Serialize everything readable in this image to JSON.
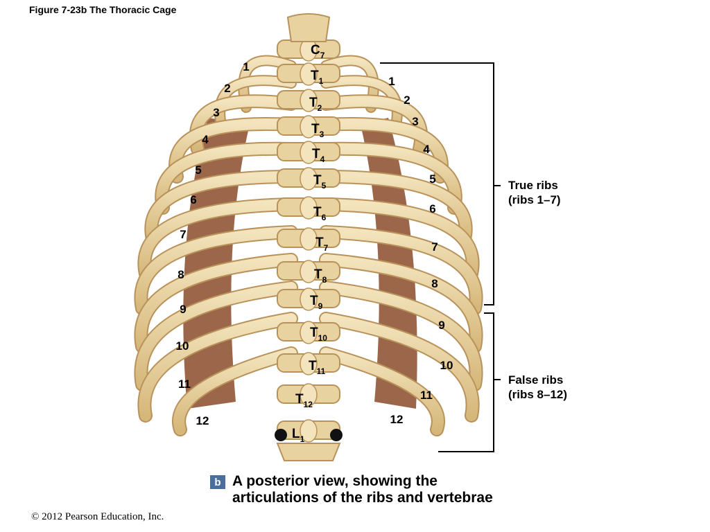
{
  "figure_title": "Figure 7-23b  The Thoracic Cage",
  "vertebrae": [
    {
      "letter": "C",
      "sub": "7"
    },
    {
      "letter": "T",
      "sub": "1"
    },
    {
      "letter": "T",
      "sub": "2"
    },
    {
      "letter": "T",
      "sub": "3"
    },
    {
      "letter": "T",
      "sub": "4"
    },
    {
      "letter": "T",
      "sub": "5"
    },
    {
      "letter": "T",
      "sub": "6"
    },
    {
      "letter": "T",
      "sub": "7"
    },
    {
      "letter": "T",
      "sub": "8"
    },
    {
      "letter": "T",
      "sub": "9"
    },
    {
      "letter": "T",
      "sub": "10"
    },
    {
      "letter": "T",
      "sub": "11"
    },
    {
      "letter": "T",
      "sub": "12"
    },
    {
      "letter": "L",
      "sub": "1"
    }
  ],
  "left_ribs": [
    "1",
    "2",
    "3",
    "4",
    "5",
    "6",
    "7",
    "8",
    "9",
    "10",
    "11",
    "12"
  ],
  "right_ribs": [
    "1",
    "2",
    "3",
    "4",
    "5",
    "6",
    "7",
    "8",
    "9",
    "10",
    "11",
    "12"
  ],
  "true_ribs": {
    "line1": "True ribs",
    "line2": "(ribs 1–7)"
  },
  "false_ribs": {
    "line1": "False ribs",
    "line2": "(ribs 8–12)"
  },
  "caption": {
    "badge": "b",
    "line1": "A posterior view, showing the",
    "line2": "articulations of the ribs and vertebrae"
  },
  "copyright": "© 2012 Pearson Education, Inc.",
  "colors": {
    "bone": "#e8d3a0",
    "bone_dark": "#c9a86a",
    "cartilage": "#8a4b2a",
    "badge": "#4a6f9c"
  }
}
